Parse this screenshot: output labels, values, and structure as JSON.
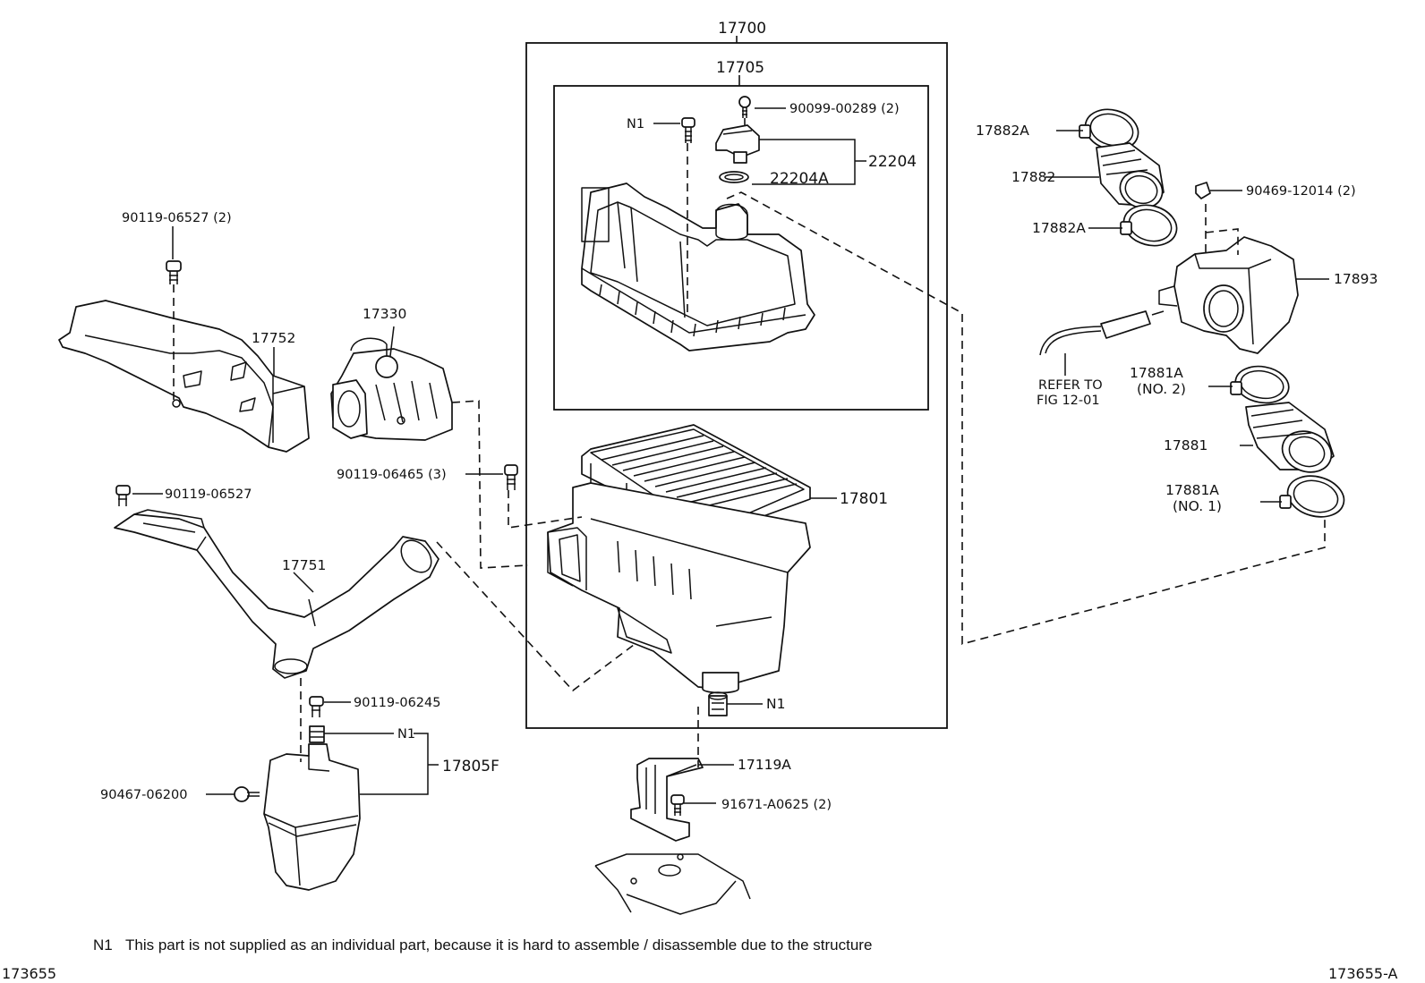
{
  "diagram": {
    "labels": {
      "p17700": "17700",
      "p17705": "17705",
      "p90099": "90099-00289 (2)",
      "n1_top": "N1",
      "p22204": "22204",
      "p22204A": "22204A",
      "p17882A_top": "17882A",
      "p17882": "17882",
      "p17882A_bottom": "17882A",
      "p90469": "90469-12014 (2)",
      "p17893": "17893",
      "refer_line1": "REFER TO",
      "refer_line2": "FIG 12-01",
      "p17881A_top": "17881A",
      "p17881A_top_sub": "(NO. 2)",
      "p17881": "17881",
      "p17881A_bottom": "17881A",
      "p17881A_bottom_sub": "(NO. 1)",
      "p90119_06527_2": "90119-06527 (2)",
      "p17752": "17752",
      "p17330": "17330",
      "p90119_06465": "90119-06465 (3)",
      "p17801": "17801",
      "p90119_06527": "90119-06527",
      "p17751": "17751",
      "p90119_06245": "90119-06245",
      "n1_left": "N1",
      "p17805F": "17805F",
      "p90467": "90467-06200",
      "n1_right": "N1",
      "p17119A": "17119A",
      "p91671": "91671-A0625 (2)"
    },
    "footnote_marker": "N1",
    "footnote": "This part is not supplied as an individual part, because it is hard to assemble / disassemble due to the structure",
    "id_left": "173655",
    "id_right": "173655-A"
  }
}
